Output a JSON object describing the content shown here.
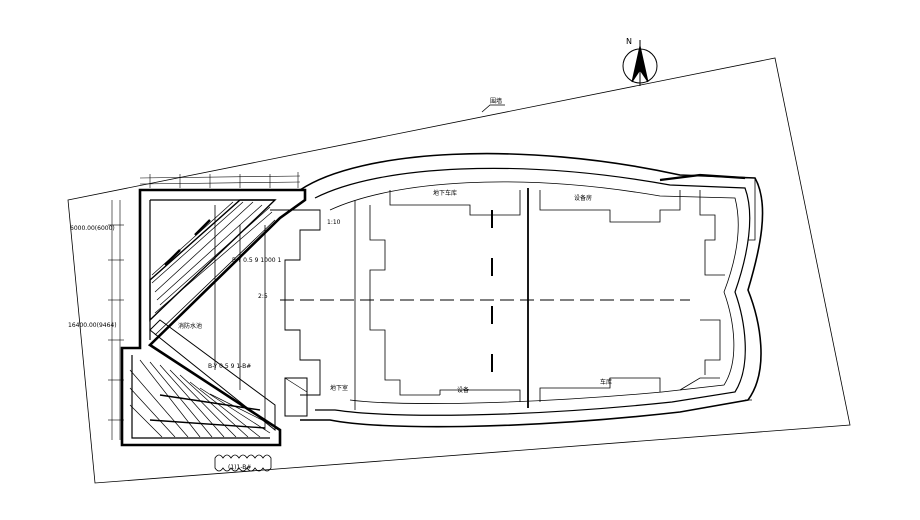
{
  "north": {
    "letter": "N"
  },
  "labels": {
    "road": "围墙",
    "dim_top": "6000.00(6000)",
    "dim_mid": "16400.00(9464)",
    "section_a": "B-Y 0.5 9  1000 1",
    "section_b": "B-Y 0.5 9  1-B#",
    "center_room": "消防水池",
    "bottom_tag": "(1)1-B#",
    "side_tag": "1:10",
    "right_section": "2:5",
    "rooms": [
      "地下车库",
      "设备房",
      "设备",
      "车库",
      "地下室"
    ]
  }
}
